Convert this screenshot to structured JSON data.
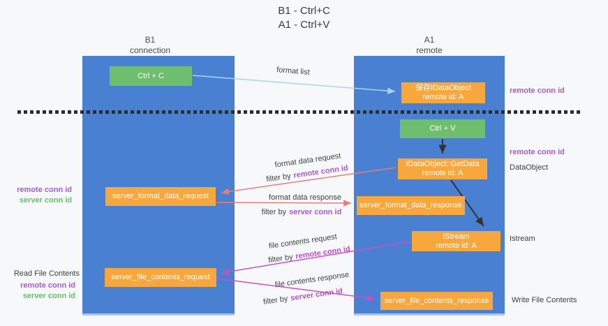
{
  "title": {
    "line1": "B1 - Ctrl+C",
    "line2": "A1 - Ctrl+V"
  },
  "lanes": {
    "left": {
      "name": "B1",
      "sub": "connection"
    },
    "right": {
      "name": "A1",
      "sub": "remote"
    }
  },
  "boxes": {
    "ctrl_c": "Ctrl + C",
    "save_idataobject": {
      "line1": "保存IDataObject",
      "line2": "remote id: A"
    },
    "ctrl_v": "Ctrl + V",
    "getdata": {
      "line1": "IDataObject::GetData",
      "line2": "remote id: A"
    },
    "format_request": "server_format_data_request",
    "format_response": "server_format_data_response",
    "istream": {
      "line1": "IStream",
      "line2": "remote id: A"
    },
    "file_request": "server_file_contents_request",
    "file_response": "server_file_contents_response"
  },
  "flow_labels": {
    "format_list": "format list",
    "format_data_request": "format data request",
    "filter_remote_1": {
      "prefix": "filter by",
      "keyword": "remote conn id"
    },
    "format_data_response": "format data response",
    "filter_server_1": {
      "prefix": "filter by",
      "keyword": "server conn id"
    },
    "file_contents_request": "file contents request",
    "filter_remote_2": {
      "prefix": "filter by",
      "keyword": "remote conn id"
    },
    "file_contents_response": "file contents response",
    "filter_server_2": {
      "prefix": "filter by",
      "keyword": "server conn id"
    }
  },
  "side_labels": {
    "right_remote_conn_1": "remote conn id",
    "right_remote_conn_2": "remote conn id",
    "dataobject": "DataObject",
    "istream": "Istream",
    "write_file_contents": "Write File Contents",
    "left_remote_conn_1": "remote conn id",
    "left_server_conn_1": "server conn id",
    "read_file_contents": "Read File Contents",
    "left_remote_conn_2": "remote conn id",
    "left_server_conn_2": "server conn id"
  },
  "colors": {
    "lane_blue": "#4a80d2",
    "box_green": "#6fbe6e",
    "box_orange": "#f8a73c",
    "arrow_light_blue": "#a9d2ef",
    "arrow_salmon": "#e87d7b",
    "arrow_magenta": "#c94fc6",
    "arrow_black": "#333333",
    "text_purple": "#a55bcd",
    "text_green": "#68bd68",
    "background": "#f7f8f9"
  }
}
